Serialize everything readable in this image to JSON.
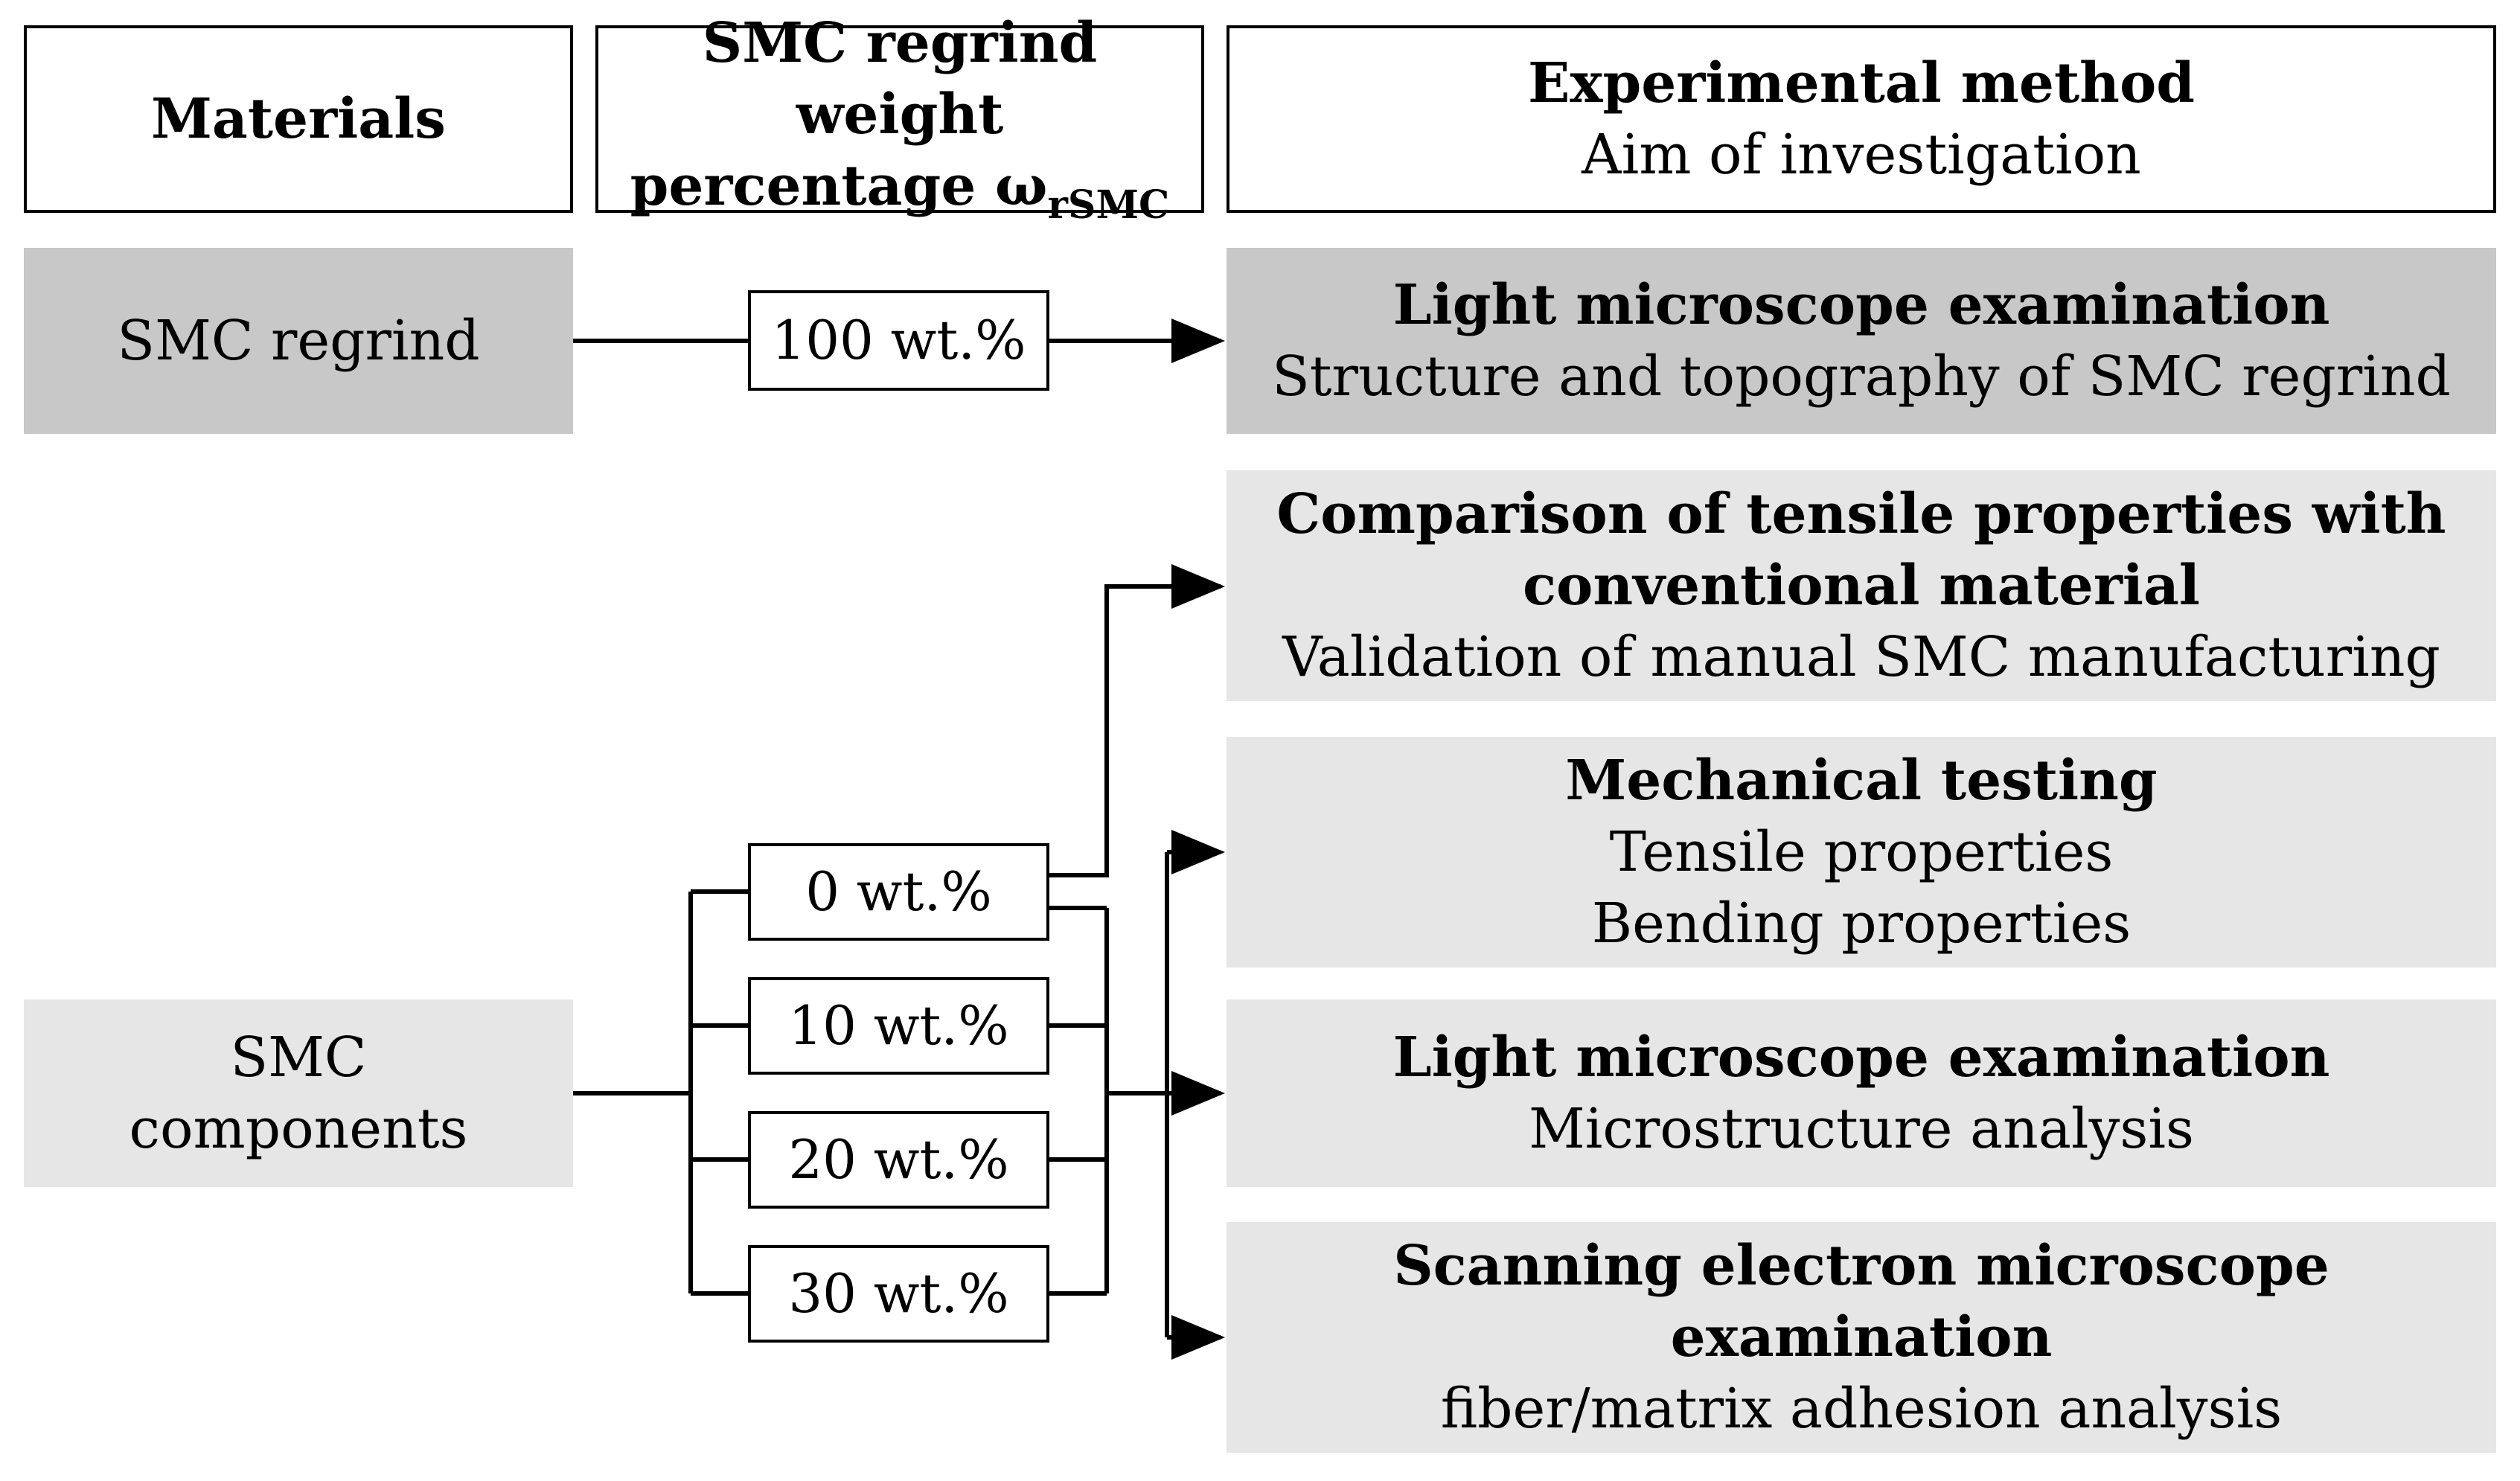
{
  "header": {
    "materials": "Materials",
    "weight_line1": "SMC regrind weight",
    "weight_line2": "percentage ω",
    "weight_sub": "rSMC",
    "method_title": "Experimental method",
    "method_aim": "Aim of investigation"
  },
  "materials": {
    "regrind": "SMC regrind",
    "components_line1": "SMC",
    "components_line2": "components"
  },
  "percentages": {
    "regrind": "100 wt.%",
    "p0": "0 wt.%",
    "p10": "10 wt.%",
    "p20": "20 wt.%",
    "p30": "30 wt.%"
  },
  "methods": [
    {
      "title": "Light microscope examination",
      "aim": "Structure and topography of SMC regrind"
    },
    {
      "title_line1": "Comparison of tensile properties with",
      "title_line2": "conventional material",
      "aim": "Validation of manual SMC manufacturing"
    },
    {
      "title": "Mechanical testing",
      "aim_line1": "Tensile properties",
      "aim_line2": "Bending properties"
    },
    {
      "title": "Light microscope examination",
      "aim": "Microstructure analysis"
    },
    {
      "title_line1": "Scanning electron microscope",
      "title_line2": "examination",
      "aim": "fiber/matrix adhesion analysis"
    }
  ],
  "colors": {
    "dark_fill": "#c8c8c8",
    "light_fill": "#e6e6e6",
    "line": "#000000"
  }
}
